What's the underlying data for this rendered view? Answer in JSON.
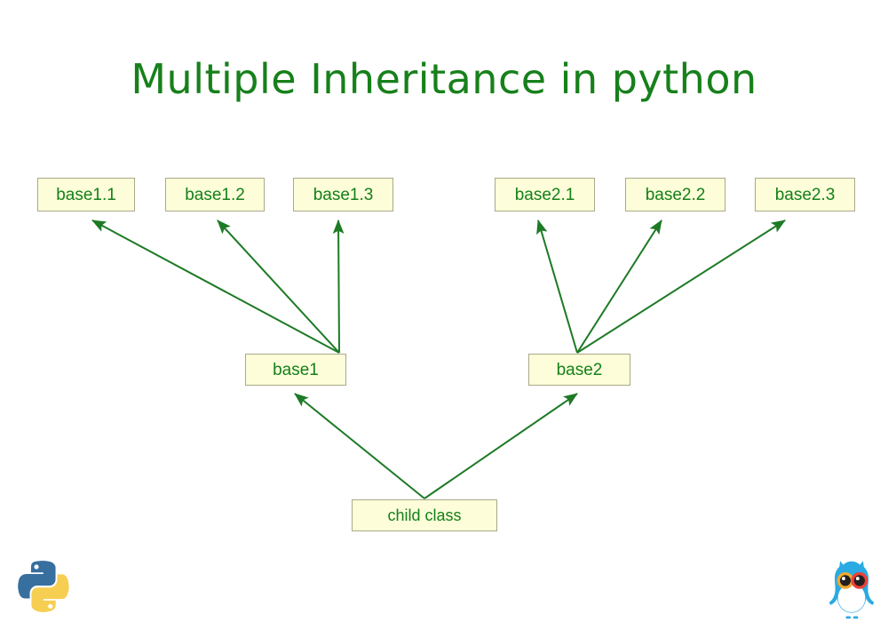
{
  "title": "Multiple Inheritance in python",
  "theme": {
    "background": "#ffffff",
    "title_color": "#17801b",
    "node_fill": "#fdfdd9",
    "node_border": "#a9a98a",
    "node_text_color": "#14801a",
    "arrow_color": "#1d7a25"
  },
  "diagram": {
    "type": "class-inheritance-hierarchy",
    "nodes": [
      {
        "id": "base1-1",
        "label": "base1.1",
        "level": "grandparent",
        "group": "left"
      },
      {
        "id": "base1-2",
        "label": "base1.2",
        "level": "grandparent",
        "group": "left"
      },
      {
        "id": "base1-3",
        "label": "base1.3",
        "level": "grandparent",
        "group": "left"
      },
      {
        "id": "base2-1",
        "label": "base2.1",
        "level": "grandparent",
        "group": "right"
      },
      {
        "id": "base2-2",
        "label": "base2.2",
        "level": "grandparent",
        "group": "right"
      },
      {
        "id": "base2-3",
        "label": "base2.3",
        "level": "grandparent",
        "group": "right"
      },
      {
        "id": "base1",
        "label": "base1",
        "level": "parent",
        "group": "left"
      },
      {
        "id": "base2",
        "label": "base2",
        "level": "parent",
        "group": "right"
      },
      {
        "id": "child",
        "label": "child class",
        "level": "child",
        "group": "center"
      }
    ],
    "edges": [
      {
        "from": "base1",
        "to": "base1-1",
        "style": "arrow"
      },
      {
        "from": "base1",
        "to": "base1-2",
        "style": "arrow"
      },
      {
        "from": "base1",
        "to": "base1-3",
        "style": "arrow"
      },
      {
        "from": "base2",
        "to": "base2-1",
        "style": "arrow"
      },
      {
        "from": "base2",
        "to": "base2-2",
        "style": "arrow"
      },
      {
        "from": "base2",
        "to": "base2-3",
        "style": "arrow"
      },
      {
        "from": "child",
        "to": "base1",
        "style": "arrow"
      },
      {
        "from": "child",
        "to": "base2",
        "style": "arrow"
      }
    ]
  },
  "logos": {
    "python": {
      "name": "python-logo",
      "blue": "#376f9f",
      "yellow": "#f6ce51"
    },
    "owl": {
      "name": "owl-logo",
      "body": "#2aaae2",
      "face": "#ffffff",
      "left_eye_ring": "#f0a830",
      "right_eye_ring": "#ee4036",
      "pupil": "#231f20"
    }
  }
}
